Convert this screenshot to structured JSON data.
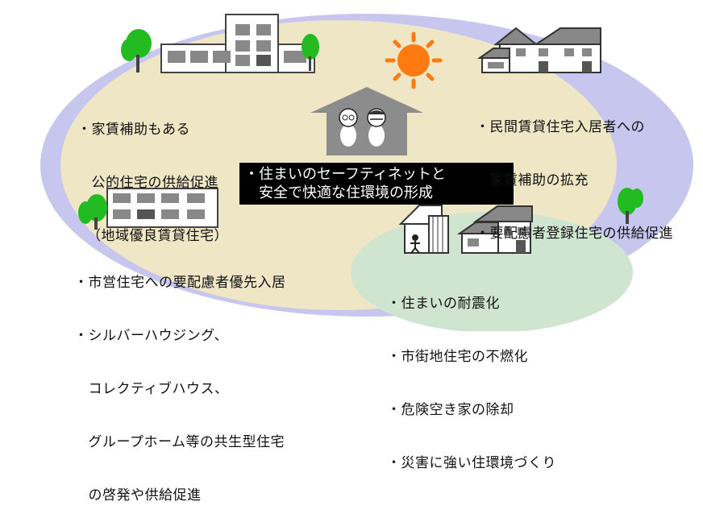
{
  "center_label": {
    "line1": "・住まいのセーフティネットと",
    "line2": "　安全で快適な住環境の形成"
  },
  "top_left": {
    "line1": "・家賃補助もある",
    "line2": "　公的住宅の供給促進",
    "line3": "（地域優良賃貸住宅）"
  },
  "top_right": {
    "line1": "・民間賃貸住宅入居者への",
    "line2": "　家賃補助の拡充",
    "line3": "・要配慮者登録住宅の供給促進"
  },
  "bottom_left": {
    "line1": "・市営住宅への要配慮者優先入居",
    "line2": "・シルバーハウジング、",
    "line3": "　コレクティブハウス、",
    "line4": "　グループホーム等の共生型住宅",
    "line5": "　の啓発や供給促進"
  },
  "bottom_right": {
    "line1": "・住まいの耐震化",
    "line2": "・市街地住宅の不燃化",
    "line3": "・危険空き家の除却",
    "line4": "・災害に強い住環境づくり"
  },
  "colors": {
    "outer_ellipse": "#c6c6ee",
    "beige_ellipse": "#efe6c6",
    "green_ellipse": "#cfe5cf",
    "house_gray": "#8c8c8c",
    "tree_green": "#22bb22",
    "sun_orange": "#ff7a10",
    "center_box": "#000000"
  },
  "icons": [
    "tree-icon",
    "sun-icon",
    "elderly-couple-icon",
    "apartment-icon",
    "house-icon",
    "person-icon"
  ]
}
